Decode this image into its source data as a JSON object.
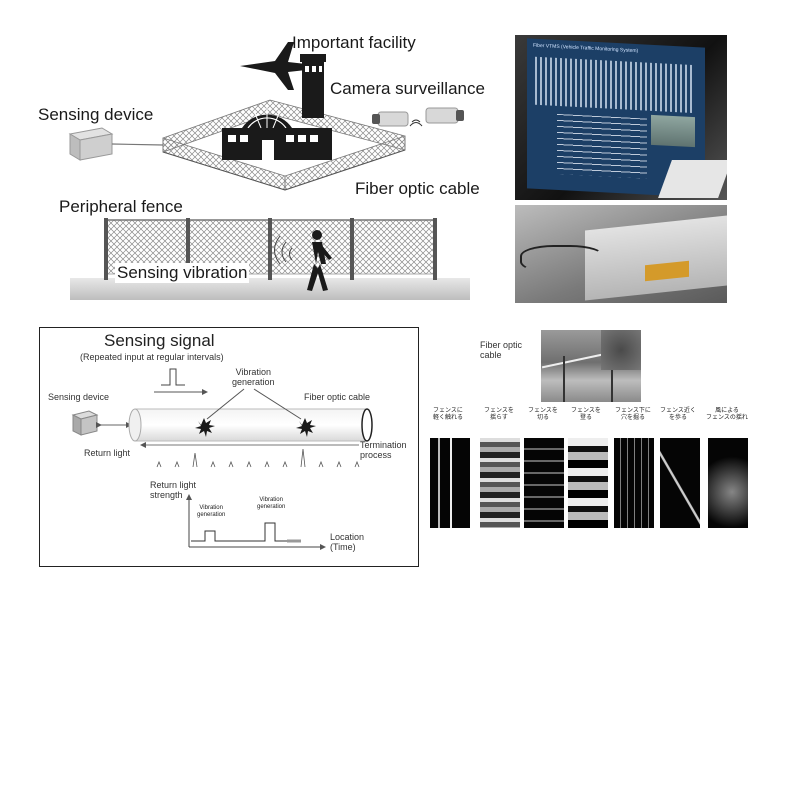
{
  "top_diagram": {
    "important_facility": "Important facility",
    "camera_surveillance": "Camera surveillance",
    "sensing_device": "Sensing device",
    "fiber_optic_cable": "Fiber optic cable",
    "peripheral_fence": "Peripheral fence",
    "sensing_vibration": "Sensing vibration"
  },
  "monitor_screen": {
    "title": "Fiber VTMS (Vehicle Traffic Monitoring System)"
  },
  "signal_diagram": {
    "title": "Sensing signal",
    "subtitle": "(Repeated input at regular intervals)",
    "sensing_device": "Sensing device",
    "vibration_generation": "Vibration\ngeneration",
    "fiber_optic_cable": "Fiber optic cable",
    "return_light": "Return light",
    "termination_process": "Termination\nprocess",
    "return_light_strength": "Return light\nstrength",
    "vibration_generation_small_1": "Vibration\ngeneration",
    "vibration_generation_small_2": "Vibration\ngeneration",
    "location_time": "Location\n(Time)"
  },
  "pattern_panel": {
    "fiber_optic_cable": "Fiber optic\ncable",
    "captions": [
      "フェンスに\n軽く触れる",
      "フェンスを\n揺らす",
      "フェンスを\n切る",
      "フェンスを\n登る",
      "フェンス下に\n穴を掘る",
      "フェンス近く\nを歩る",
      "風による\nフェンスの揺れ"
    ]
  },
  "colors": {
    "dark": "#1a1a1a",
    "fence_gray": "#9a9a9a",
    "ground": "#cfcfcf",
    "monitor_blue": "#1c3f66"
  }
}
